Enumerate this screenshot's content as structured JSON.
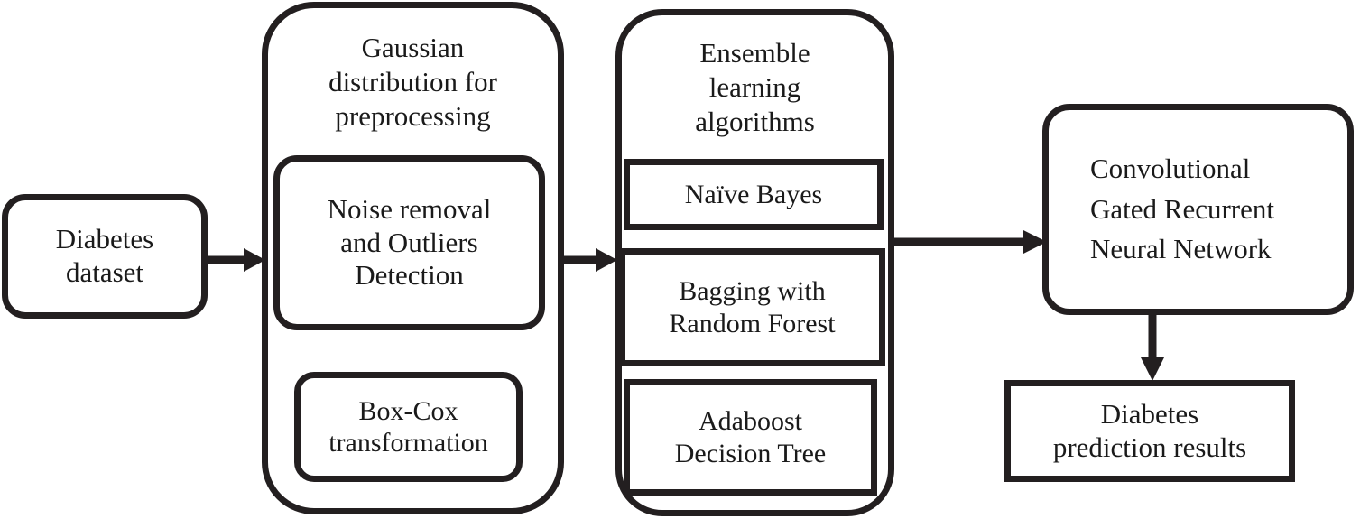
{
  "diagram": {
    "type": "flowchart",
    "orientation": "left-to-right",
    "stroke_color": "#231f20",
    "fill_color": "#ffffff",
    "nodes": {
      "dataset": {
        "label": "Diabetes\ndataset",
        "shape": "rounded-rectangle"
      },
      "preprocessing_group": {
        "title": "Gaussian\ndistribution for\npreprocessing",
        "shape": "rounded-container"
      },
      "noise_removal": {
        "label": "Noise removal\nand Outliers\nDetection",
        "shape": "rounded-rectangle"
      },
      "box_cox": {
        "label": "Box-Cox\ntransformation",
        "shape": "rounded-rectangle"
      },
      "ensemble_group": {
        "title": "Ensemble\nlearning\nalgorithms",
        "shape": "rounded-container"
      },
      "naive_bayes": {
        "label": "Naïve Bayes",
        "shape": "rectangle"
      },
      "bagging_rf": {
        "label": "Bagging with\nRandom Forest",
        "shape": "rectangle"
      },
      "adaboost_dt": {
        "label": "Adaboost\nDecision Tree",
        "shape": "rectangle"
      },
      "cgrnn": {
        "label": "Convolutional\nGated Recurrent\nNeural Network",
        "shape": "rounded-rectangle"
      },
      "results": {
        "label": "Diabetes\nprediction results",
        "shape": "rectangle"
      }
    },
    "edges": [
      {
        "from": "dataset",
        "to": "preprocessing_group",
        "direction": "right"
      },
      {
        "from": "preprocessing_group",
        "to": "ensemble_group",
        "direction": "right"
      },
      {
        "from": "ensemble_group",
        "to": "cgrnn",
        "direction": "right"
      },
      {
        "from": "cgrnn",
        "to": "results",
        "direction": "down"
      }
    ]
  }
}
